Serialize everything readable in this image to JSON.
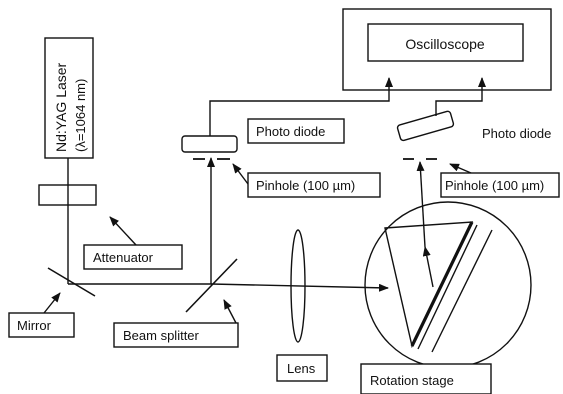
{
  "laser": {
    "name": "Nd:YAG Laser",
    "wavelength": "(λ=1064 nm)"
  },
  "labels": {
    "oscilloscope": "Oscilloscope",
    "photo_diode_left": "Photo diode",
    "photo_diode_right": "Photo diode",
    "pinhole_left": "Pinhole (100 µm)",
    "pinhole_right": "Pinhole (100 µm)",
    "attenuator": "Attenuator",
    "mirror": "Mirror",
    "beam_splitter": "Beam splitter",
    "lens": "Lens",
    "rotation_stage": "Rotation stage"
  }
}
